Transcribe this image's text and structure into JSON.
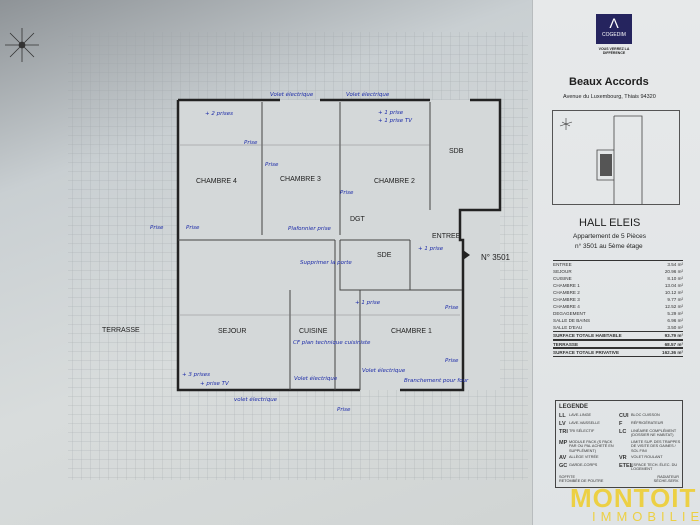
{
  "brand": {
    "logo": "COGEDIM",
    "tagline": "VOUS VERREZ LA DIFFÉRENCE"
  },
  "project": {
    "name": "Beaux Accords",
    "address": "Avenue du Luxembourg, Thiais 94320"
  },
  "hall": {
    "title": "HALL ELEIS",
    "subtitle": "Appartement de 5 Pièces",
    "lot": "n° 3501 au 5ème étage"
  },
  "surfaces": [
    {
      "label": "ENTREE",
      "value": "3.54 m²"
    },
    {
      "label": "SEJOUR",
      "value": "20.96 m²"
    },
    {
      "label": "CUISINE",
      "value": "8.10 m²"
    },
    {
      "label": "CHAMBRE 1",
      "value": "13.04 m²"
    },
    {
      "label": "CHAMBRE 2",
      "value": "10.12 m²"
    },
    {
      "label": "CHAMBRE 3",
      "value": "9.77 m²"
    },
    {
      "label": "CHAMBRE 4",
      "value": "12.52 m²"
    },
    {
      "label": "DEGAGEMENT",
      "value": "5.29 m²"
    },
    {
      "label": "SALLE DE BAINS",
      "value": "6.96 m²"
    },
    {
      "label": "SALLE D'EAU",
      "value": "3.50 m²"
    }
  ],
  "totals": {
    "habitable_label": "SURFACE TOTALE HABITABLE",
    "habitable": "93.79 m²",
    "terrasse_label": "TERRASSE",
    "terrasse": "68.57 m²",
    "privative_label": "SURFACE TOTALE PRIVATIVE",
    "privative": "162.36 m²"
  },
  "legend": {
    "title": "LEGENDE",
    "items": [
      {
        "code": "LL",
        "text": "LAVE-LINGE"
      },
      {
        "code": "CUI",
        "text": "BLOC CUISSON"
      },
      {
        "code": "LV",
        "text": "LAVE-VAISSELLE"
      },
      {
        "code": "F",
        "text": "RÉFRIGÉRATEUR"
      },
      {
        "code": "TRI",
        "text": "TRI SÉLECTIF"
      },
      {
        "code": "LC",
        "text": "LINÉAIRE COMPLÉMENT (DOSSIER NE HABITAT)"
      },
      {
        "code": "MP",
        "text": "MODULE PACK (S PACK PAR OU PAL ACHETÉ EN SUPPLÉMENT)"
      },
      {
        "code": "",
        "text": "LIMITE SUP. DES TRAPPES DE VISITE DES GAINES / SOL FINI"
      },
      {
        "code": "AV",
        "text": "ALLÈGE VITRÉE"
      },
      {
        "code": "VR",
        "text": "VOLET ROULANT"
      },
      {
        "code": "GC",
        "text": "GARDE-CORPS"
      },
      {
        "code": "ETEL",
        "text": "ESPACE TECH. ÉLEC. DU LOGEMENT"
      }
    ],
    "soffite": "SOFFITE",
    "radiateur": "RADIATEUR",
    "poutre": "RETOMBÉE DE POUTRE",
    "seche": "SÈCHE-SERV."
  },
  "rooms": {
    "ch4": "CHAMBRE 4",
    "ch3": "CHAMBRE 3",
    "ch2": "CHAMBRE 2",
    "sdb": "SDB",
    "dgt": "DGT",
    "entree": "ENTREE",
    "sde": "SDE",
    "sejour": "SEJOUR",
    "cuisine": "CUISINE",
    "ch1": "CHAMBRE 1",
    "terrasse": "TERRASSE",
    "lot": "N° 3501"
  },
  "annotations": [
    "+ 2 prises",
    "Volet électrique",
    "Volet électrique",
    "+ 1 prise",
    "+ 1 prise TV",
    "Prise",
    "Prise",
    "Prise",
    "Prise",
    "Plafonnier prise",
    "DGT",
    "Supprimer la porte",
    "+ 3 prises",
    "+ prise TV",
    "volet électrique",
    "Volet électrique",
    "CF plan technique cuisiniste",
    "Volet électrique",
    "Branchement pour four",
    "+ 1 prise",
    "Prise",
    "Prise",
    "Prise",
    "+ 1 prise",
    "Prise"
  ],
  "watermark": {
    "line1": "MONTOIT",
    "line2": "IMMOBILIER"
  },
  "colors": {
    "ink": "#1b2aa8",
    "brand": "#25245e",
    "watermark": "#eecd28"
  }
}
